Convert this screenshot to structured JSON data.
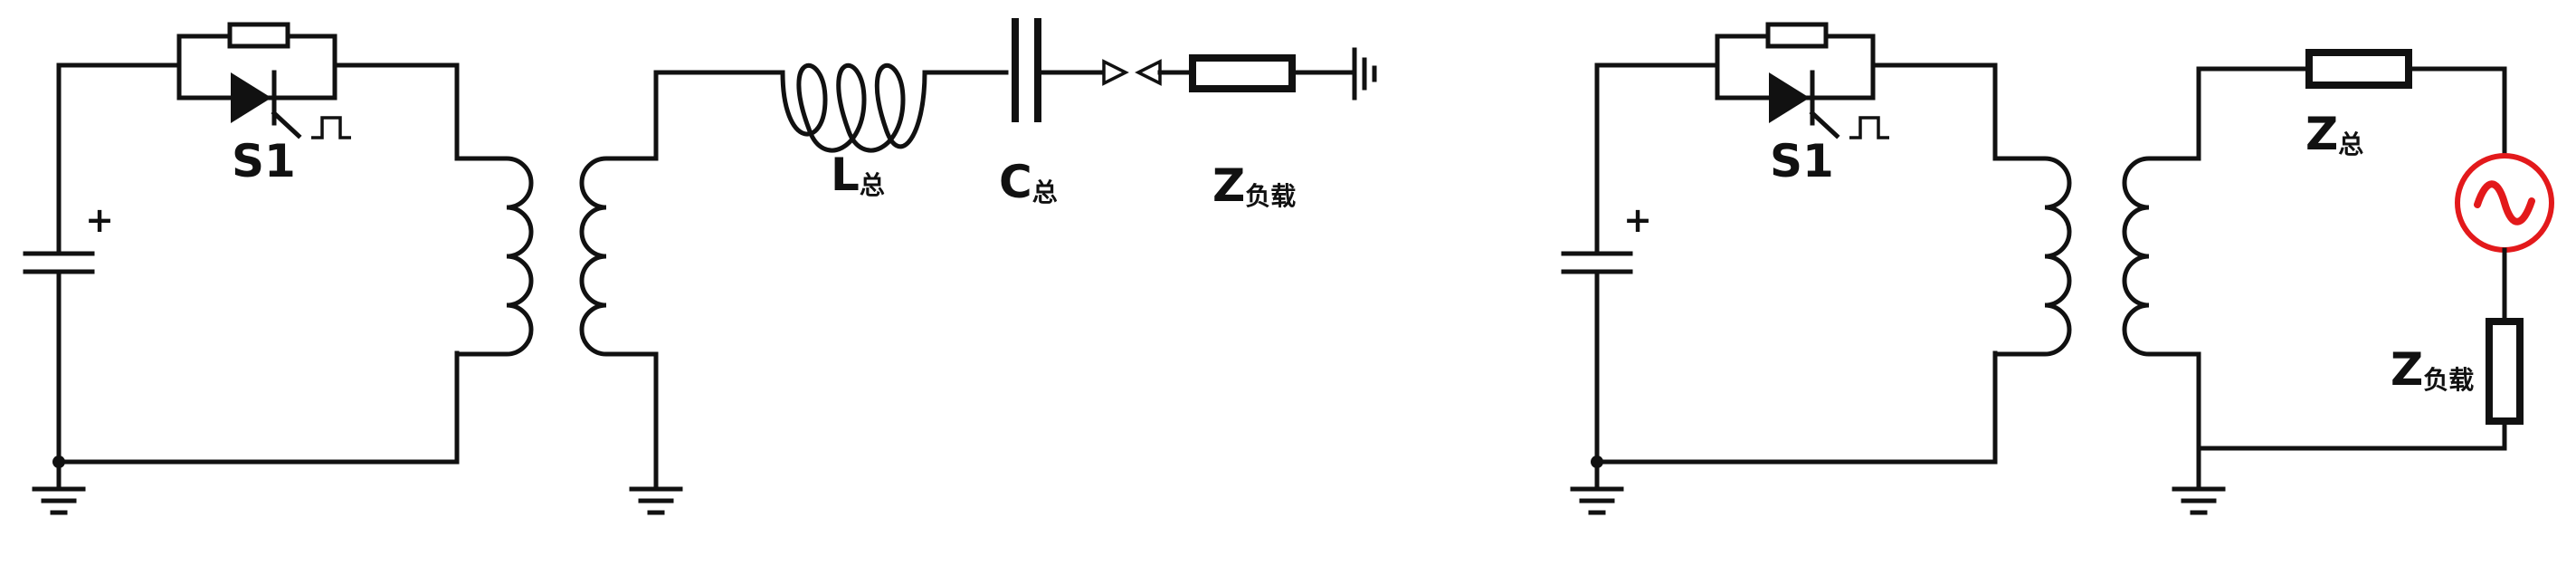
{
  "labels": {
    "switch": "S1",
    "inductor_main": "L",
    "capacitor_main": "C",
    "impedance_main": "Z",
    "sub_total": "总",
    "sub_load": "负载",
    "plus_sign": "+"
  },
  "colors": {
    "wire": "#111111",
    "source": "#e3191b",
    "plus": "#e3191b"
  },
  "icons": {
    "trigger": "pulse-icon",
    "source": "ac-source-icon"
  }
}
